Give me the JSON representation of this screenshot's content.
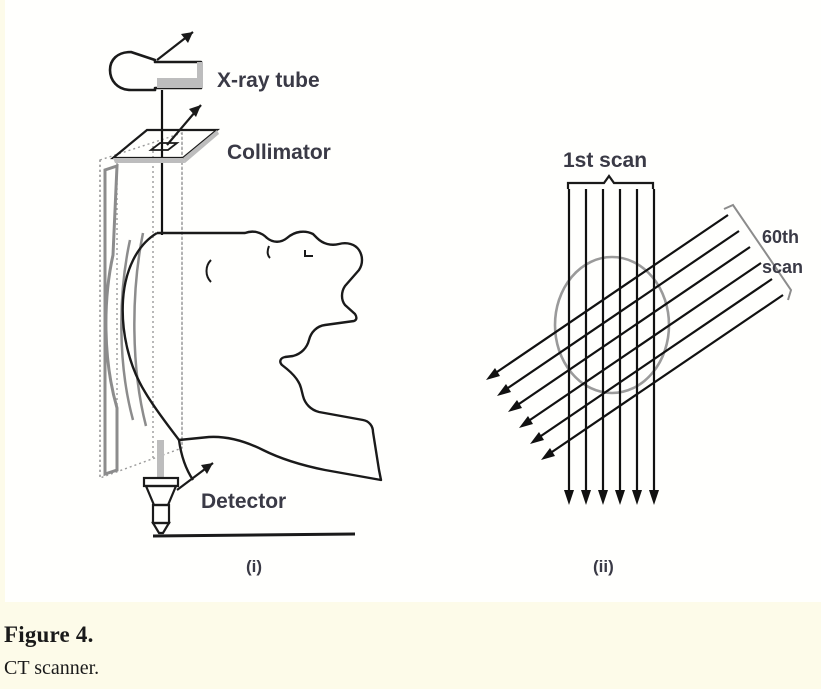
{
  "figure": {
    "caption_title": "Figure 4.",
    "caption_text": "CT scanner.",
    "panel_i": {
      "caption": "(i)",
      "labels": {
        "xray_tube": "X-ray tube",
        "collimator": "Collimator",
        "detector": "Detector"
      },
      "components": [
        "x-ray-tube",
        "collimator-plate",
        "patient-head-profile",
        "gantry-frame",
        "detector-assembly",
        "base-line"
      ]
    },
    "panel_ii": {
      "caption": "(ii)",
      "labels": {
        "first_scan": "1st scan",
        "sixtieth_scan_line1": "60th",
        "sixtieth_scan_line2": "scan"
      },
      "beam_counts": {
        "vertical_beams": 6,
        "diagonal_beams": 6
      },
      "components": [
        "scan-bracket",
        "vertical-beam-array",
        "diagonal-beam-array",
        "head-cross-section-oval"
      ]
    }
  },
  "colors": {
    "page_background": "#fdfbe9",
    "panel_background": "#fffffd",
    "ink": "#1a1a1a",
    "label_text": "#3a3a46",
    "shadow_gray": "#8c8c8c",
    "caption_text": "#1a1a1a"
  }
}
